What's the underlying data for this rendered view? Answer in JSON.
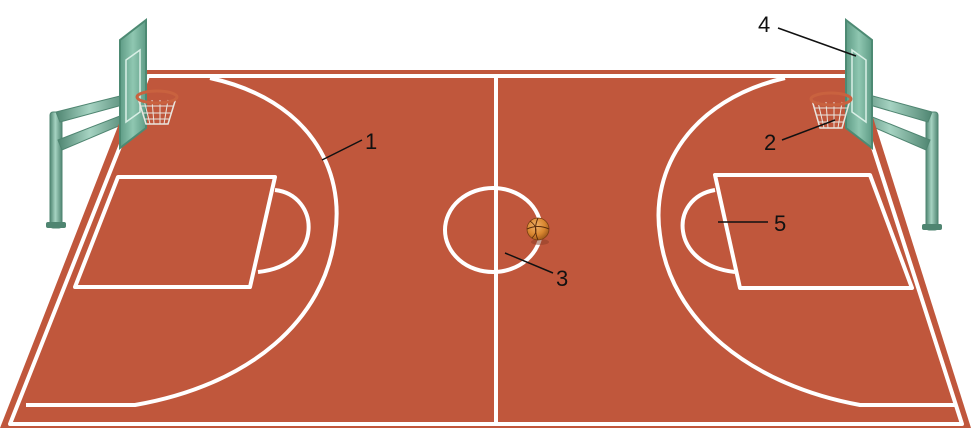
{
  "colors": {
    "court_surface": "#c0573c",
    "court_lines": "#ffffff",
    "backboard": "#7fb8a2",
    "backboard_edge": "#4d8a73",
    "support_pole": "#79b39d",
    "support_pole_shadow": "#4f8571",
    "rim": "#c9623f",
    "net": "#e9e6df",
    "ball": "#d8862f",
    "callout_line": "#111111",
    "callout_text": "#111111"
  },
  "icons": {
    "ball": "basketball-icon",
    "hoop": "basketball-hoop-icon"
  },
  "callouts": [
    {
      "label": "1"
    },
    {
      "label": "2"
    },
    {
      "label": "3"
    },
    {
      "label": "4"
    },
    {
      "label": "5"
    }
  ]
}
